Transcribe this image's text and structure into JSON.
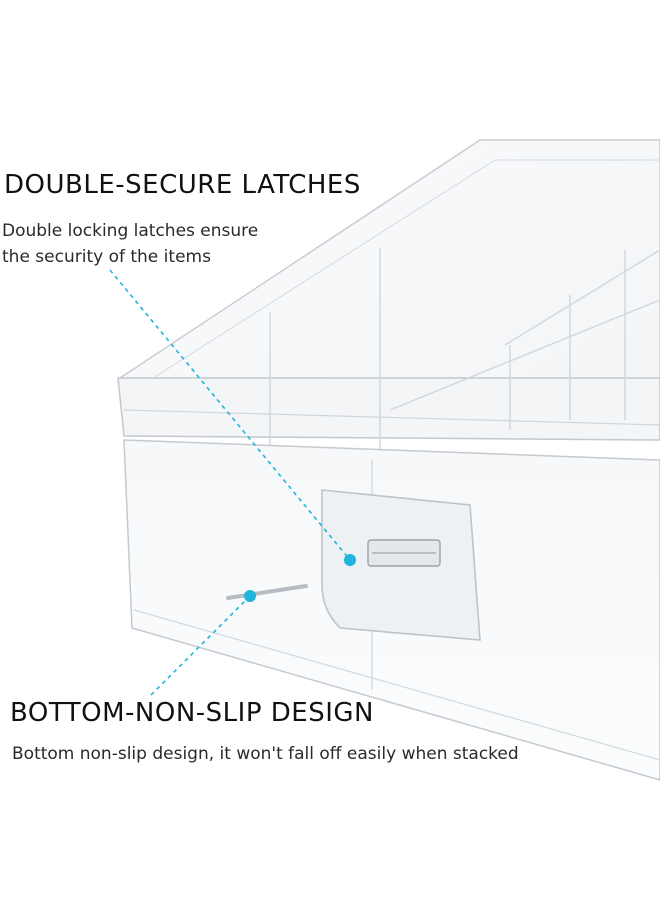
{
  "callouts": {
    "latches": {
      "title": "DOUBLE-SECURE LATCHES",
      "description_line1": "Double locking latches ensure",
      "description_line2": "the security of the items"
    },
    "non_slip": {
      "title": "BOTTOM-NON-SLIP DESIGN",
      "description": "Bottom non-slip design, it won't fall off easily when stacked"
    }
  },
  "colors": {
    "accent": "#20b4dc",
    "heading": "#111111",
    "text": "#2a2a2a",
    "background": "#ffffff"
  }
}
